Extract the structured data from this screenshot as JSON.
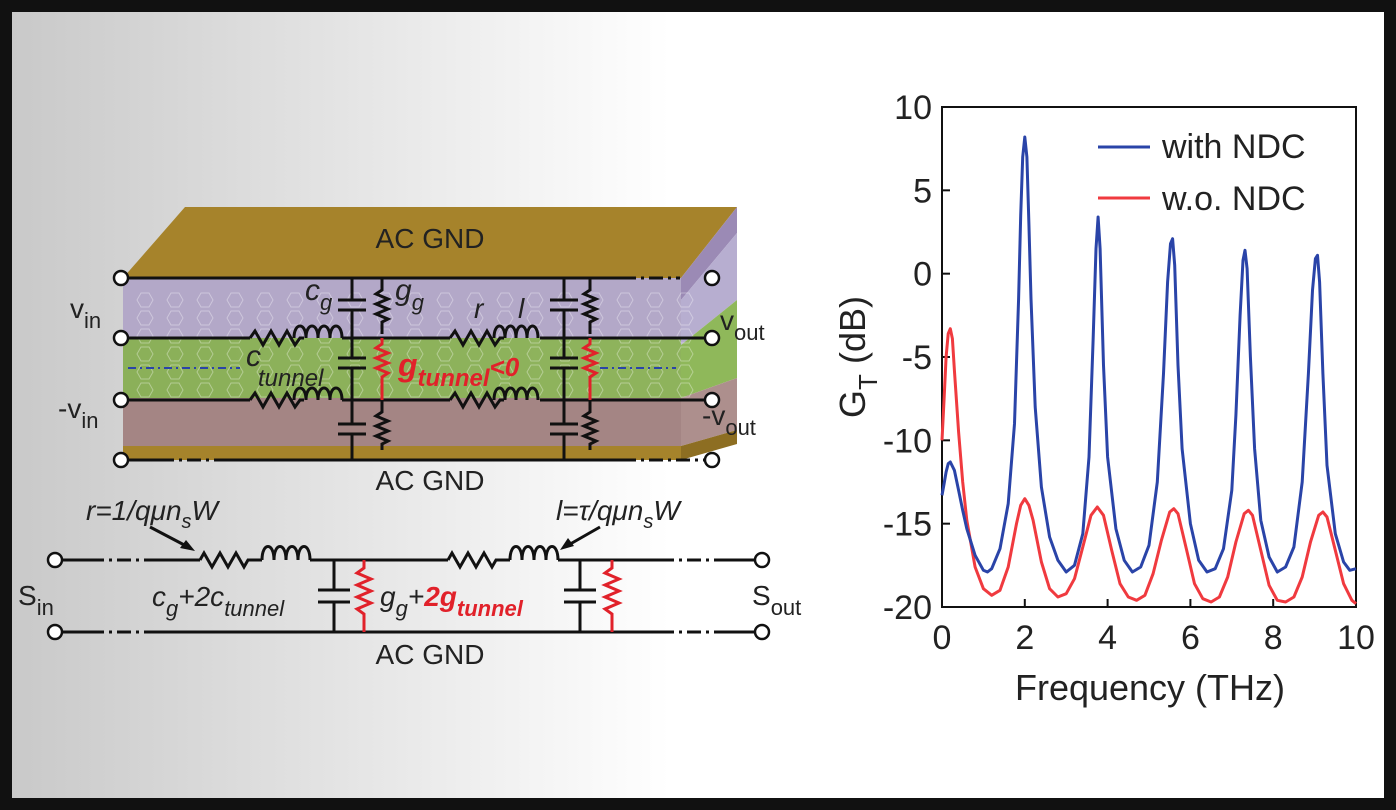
{
  "diagram": {
    "ac_gnd_top": "AC GND",
    "ac_gnd_mid": "AC GND",
    "ac_gnd_bot": "AC GND",
    "v_in": "v",
    "v_in_sub": "in",
    "neg_v_in": "-v",
    "neg_v_in_sub": "in",
    "v_out": "v",
    "v_out_sub": "out",
    "neg_v_out": "-v",
    "neg_v_out_sub": "out",
    "c_g": "c",
    "c_g_sub": "g",
    "g_g": "g",
    "g_g_sub": "g",
    "r_label": "r",
    "l_label": "l",
    "c_tunnel": "c",
    "c_tunnel_sub": "tunnel",
    "g_tunnel": "g",
    "g_tunnel_sub": "tunnel",
    "g_tunnel_cond": "<0",
    "r_formula_a": "r=1/qμn",
    "r_formula_sub": "s",
    "r_formula_b": "W",
    "l_formula_a": "l=τ/qμn",
    "l_formula_sub": "s",
    "l_formula_b": "W",
    "s_in": "S",
    "s_in_sub": "in",
    "s_out": "S",
    "s_out_sub": "out",
    "cap_expr_a": "c",
    "cap_expr_sub1": "g",
    "cap_expr_b": "+2c",
    "cap_expr_sub2": "tunnel",
    "cond_expr_a": "g",
    "cond_expr_sub1": "g",
    "cond_expr_b": "+",
    "cond_expr_red": "2g",
    "cond_expr_sub2": "tunnel",
    "colors": {
      "gold": "#a6832b",
      "purple": "#b3a8c8",
      "green": "#84ad4e",
      "mauve": "#a48584",
      "red": "#e1212a",
      "blue": "#2a44a8"
    }
  },
  "chart_data": {
    "type": "line",
    "xlabel": "Frequency (THz)",
    "ylabel": "G",
    "ylabel_sub": "T",
    "ylabel_unit": " (dB)",
    "xlim": [
      0,
      10
    ],
    "ylim": [
      -20,
      10
    ],
    "xticks": [
      0,
      2,
      4,
      6,
      8,
      10
    ],
    "yticks": [
      10,
      5,
      0,
      -5,
      -10,
      -15,
      -20
    ],
    "legend_position": "top-right",
    "series": [
      {
        "name": "with NDC",
        "color": "#2a44a8",
        "x": [
          0.0,
          0.05,
          0.1,
          0.15,
          0.2,
          0.3,
          0.4,
          0.5,
          0.6,
          0.8,
          1.0,
          1.1,
          1.2,
          1.4,
          1.6,
          1.75,
          1.85,
          1.9,
          1.95,
          2.0,
          2.05,
          2.1,
          2.15,
          2.25,
          2.4,
          2.6,
          2.8,
          3.0,
          3.2,
          3.4,
          3.55,
          3.65,
          3.72,
          3.77,
          3.82,
          3.9,
          4.0,
          4.2,
          4.4,
          4.6,
          4.8,
          5.0,
          5.2,
          5.35,
          5.45,
          5.52,
          5.57,
          5.62,
          5.7,
          5.8,
          6.0,
          6.2,
          6.4,
          6.6,
          6.8,
          7.0,
          7.1,
          7.2,
          7.27,
          7.32,
          7.37,
          7.45,
          7.55,
          7.7,
          7.9,
          8.1,
          8.3,
          8.5,
          8.7,
          8.85,
          8.95,
          9.02,
          9.07,
          9.12,
          9.2,
          9.3,
          9.5,
          9.7,
          9.85,
          10.0
        ],
        "y": [
          -13.3,
          -12.6,
          -11.9,
          -11.4,
          -11.3,
          -11.8,
          -13.0,
          -14.2,
          -15.3,
          -16.9,
          -17.8,
          -17.9,
          -17.7,
          -16.5,
          -13.8,
          -9.0,
          -1.5,
          3.5,
          7.0,
          8.2,
          7.0,
          3.0,
          -1.5,
          -8.0,
          -12.8,
          -15.8,
          -17.2,
          -17.9,
          -17.5,
          -15.6,
          -11.0,
          -4.0,
          1.5,
          3.4,
          1.5,
          -5.5,
          -11.0,
          -15.3,
          -17.2,
          -17.9,
          -17.6,
          -16.3,
          -12.5,
          -6.0,
          -0.5,
          1.8,
          2.1,
          0.5,
          -5.5,
          -10.5,
          -15.0,
          -17.2,
          -17.9,
          -17.7,
          -16.5,
          -13.0,
          -8.5,
          -2.5,
          0.8,
          1.4,
          0.3,
          -5.0,
          -10.5,
          -14.8,
          -17.0,
          -17.9,
          -17.6,
          -16.4,
          -12.5,
          -6.0,
          -1.0,
          0.9,
          1.1,
          -0.5,
          -6.0,
          -11.5,
          -15.6,
          -17.3,
          -17.8,
          -17.7
        ]
      },
      {
        "name": "w.o. NDC",
        "color": "#f03a3f",
        "x": [
          0.0,
          0.05,
          0.1,
          0.15,
          0.2,
          0.25,
          0.3,
          0.4,
          0.5,
          0.6,
          0.8,
          1.0,
          1.2,
          1.4,
          1.6,
          1.8,
          1.9,
          2.0,
          2.1,
          2.2,
          2.4,
          2.6,
          2.8,
          3.0,
          3.2,
          3.4,
          3.6,
          3.75,
          3.9,
          4.1,
          4.3,
          4.5,
          4.7,
          4.9,
          5.1,
          5.3,
          5.5,
          5.6,
          5.7,
          5.9,
          6.1,
          6.3,
          6.5,
          6.7,
          6.9,
          7.1,
          7.3,
          7.4,
          7.5,
          7.7,
          7.9,
          8.1,
          8.3,
          8.5,
          8.7,
          8.9,
          9.1,
          9.2,
          9.3,
          9.5,
          9.7,
          9.9,
          10.0
        ],
        "y": [
          -10.0,
          -7.5,
          -5.0,
          -3.6,
          -3.3,
          -3.9,
          -5.8,
          -9.5,
          -12.5,
          -14.8,
          -17.6,
          -18.9,
          -19.3,
          -19.0,
          -17.6,
          -15.0,
          -13.9,
          -13.5,
          -13.9,
          -14.8,
          -17.3,
          -18.9,
          -19.4,
          -19.2,
          -18.3,
          -16.4,
          -14.5,
          -14.0,
          -14.5,
          -16.6,
          -18.6,
          -19.4,
          -19.6,
          -19.3,
          -18.0,
          -16.0,
          -14.3,
          -14.1,
          -14.4,
          -16.5,
          -18.6,
          -19.5,
          -19.7,
          -19.4,
          -18.2,
          -16.1,
          -14.4,
          -14.2,
          -14.5,
          -16.6,
          -18.7,
          -19.6,
          -19.7,
          -19.4,
          -18.2,
          -16.1,
          -14.5,
          -14.3,
          -14.6,
          -16.6,
          -18.6,
          -19.6,
          -19.8
        ]
      }
    ]
  }
}
